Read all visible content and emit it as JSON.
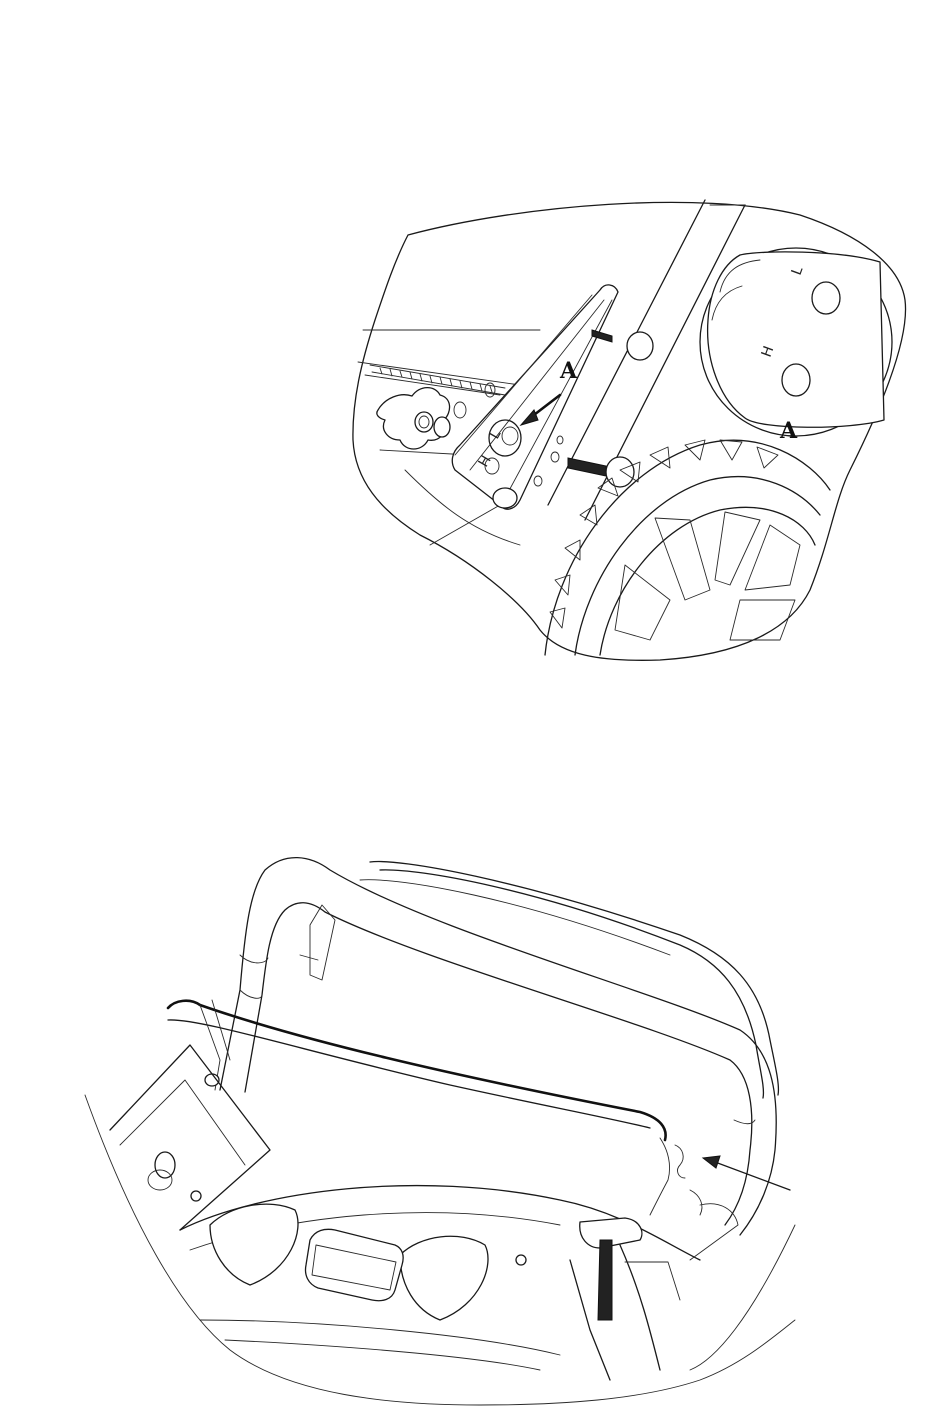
{
  "figure_top": {
    "callout_label_main": "A",
    "callout_label_detail": "A",
    "detail_mark_low": "L",
    "detail_mark_high": "H",
    "part_mark_low": "L",
    "part_mark_high": "H"
  },
  "figure_bottom": {}
}
